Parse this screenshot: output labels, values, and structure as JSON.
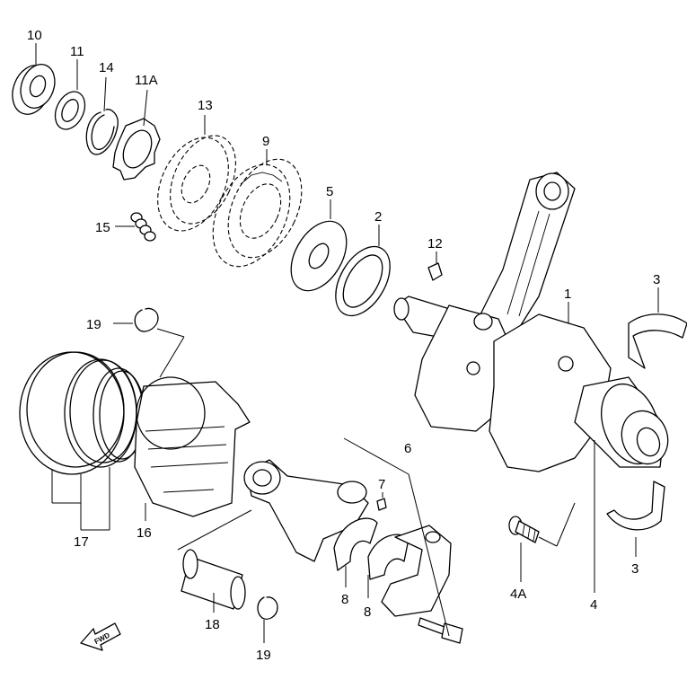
{
  "callouts": {
    "c10": "10",
    "c11": "11",
    "c14": "14",
    "c11A": "11A",
    "c13": "13",
    "c9": "9",
    "c5": "5",
    "c2": "2",
    "c12": "12",
    "c15": "15",
    "c1": "1",
    "c3a": "3",
    "c3b": "3",
    "c19a": "19",
    "c19b": "19",
    "c6": "6",
    "c7": "7",
    "c17": "17",
    "c16": "16",
    "c8a": "8",
    "c8b": "8",
    "c4A": "4A",
    "c4": "4",
    "c18": "18"
  },
  "fwd_label": "FWD"
}
